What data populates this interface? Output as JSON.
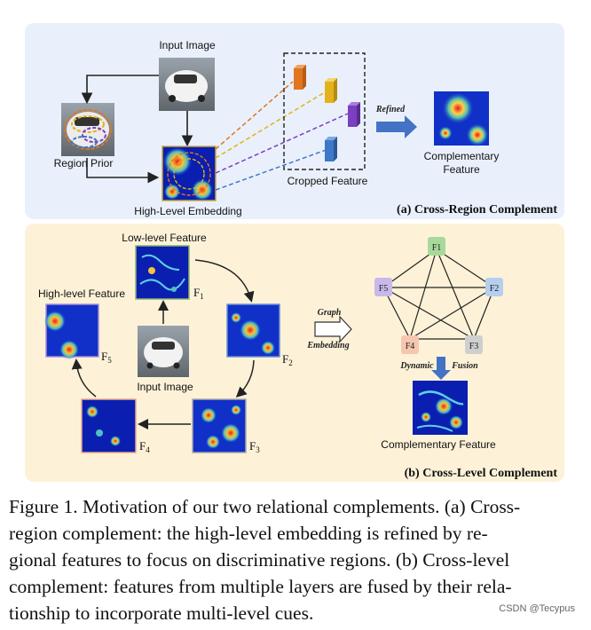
{
  "panel_a": {
    "title": "(a) Cross-Region Complement",
    "input_image": "Input Image",
    "region_prior": "Region Prior",
    "high_level_embedding": "High-Level Embedding",
    "cropped_feature": "Cropped Feature",
    "refined": "Refined",
    "complementary_feature_line1": "Complementary",
    "complementary_feature_line2": "Feature",
    "colors": {
      "background": "#e9f0fb",
      "block1": "#e0761f",
      "block2": "#e3b21b",
      "block3": "#7b3fbf",
      "block4": "#3e78c8"
    }
  },
  "panel_b": {
    "title": "(b) Cross-Level Complement",
    "low_level_feature": "Low-level Feature",
    "high_level_feature": "High-level Feature",
    "input_image": "Input Image",
    "graph": "Graph",
    "embedding": "Embedding",
    "dynamic": "Dynamic",
    "fusion": "Fusion",
    "complementary_feature": "Complementary Feature",
    "levels": [
      "F",
      "F",
      "F",
      "F",
      "F"
    ],
    "level_subs": [
      "1",
      "2",
      "3",
      "4",
      "5"
    ],
    "graph_nodes": [
      "F1",
      "F2",
      "F3",
      "F4",
      "F5"
    ],
    "colors": {
      "background": "#fdf2d8",
      "node_f1": "#a9d99a",
      "node_f2": "#b6cfee",
      "node_f3": "#cfcfcf",
      "node_f4": "#f6c7ae",
      "node_f5": "#c9b8ea"
    }
  },
  "caption": {
    "line1": "Figure 1. Motivation of our two relational complements. (a) Cross-",
    "line2": "region complement:  the high-level embedding is refined by re-",
    "line3": "gional features to focus on discriminative regions. (b) Cross-level",
    "line4": "complement: features from multiple layers are fused by their rela-",
    "line5": "tionship to incorporate multi-level cues."
  },
  "watermark": "CSDN @Tecypus"
}
